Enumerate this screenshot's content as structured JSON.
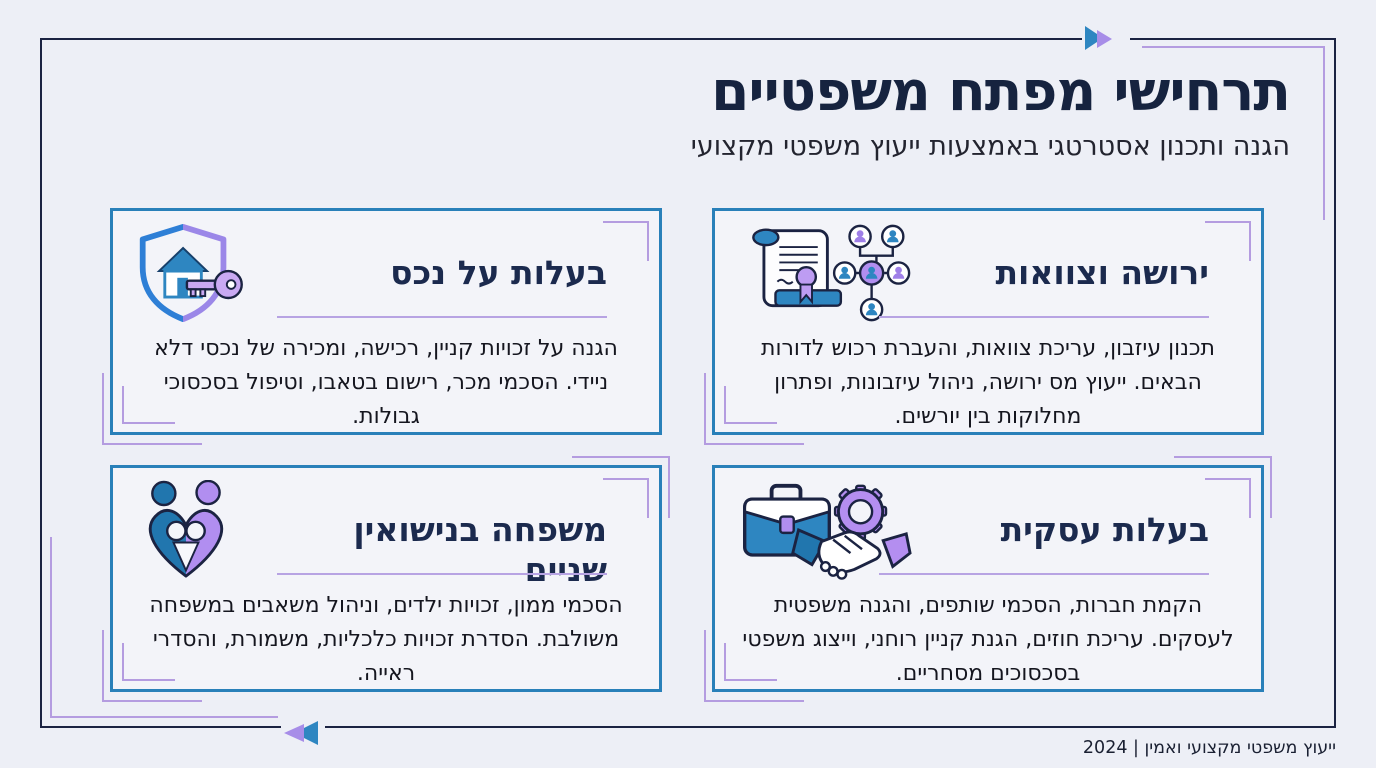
{
  "page": {
    "title": "תרחישי מפתח משפטיים",
    "subtitle": "הגנה ותכנון אסטרטגי באמצעות ייעוץ משפטי מקצועי",
    "footer": "ייעוץ משפטי מקצועי ואמין | 2024"
  },
  "cards": [
    {
      "id": "property",
      "icon": "shield-house-key-icon",
      "title": "בעלות על נכס",
      "body": "הגנה על זכויות קניין, רכישה, ומכירה של נכסי דלא ניידי. הסכמי מכר, רישום בטאבו, וטיפול בסכסוכי גבולות."
    },
    {
      "id": "inheritance",
      "icon": "will-scroll-family-tree-icon",
      "title": "ירושה וצוואות",
      "body": "תכנון עיזבון, עריכת צוואות, והעברת רכוש לדורות הבאים. ייעוץ מס ירושה, ניהול עיזבונות, ופתרון מחלוקות בין יורשים."
    },
    {
      "id": "family",
      "icon": "blended-family-heart-icon",
      "title": "משפחה בנישואין שניים",
      "body": "הסכמי ממון, זכויות ילדים, וניהול משאבים במשפחה משולבת. הסדרת זכויות כלכליות, משמורת, והסדרי ראייה."
    },
    {
      "id": "business",
      "icon": "briefcase-gear-handshake-icon",
      "title": "בעלות עסקית",
      "body": "הקמת חברות, הסכמי שותפים, והגנה משפטית לעסקים. עריכת חוזים, הגנת קניין רוחני, וייצוג משפטי בסכסוכים מסחריים."
    }
  ],
  "colors": {
    "page_background": "#edeff6",
    "frame_navy": "#1b2342",
    "card_border_blue": "#2980b9",
    "card_background": "#f3f4f9",
    "accent_purple": "#b49ce0",
    "title_navy": "#16233f",
    "icon_blue": "#2e86c1",
    "icon_purple": "#b18ef0"
  }
}
